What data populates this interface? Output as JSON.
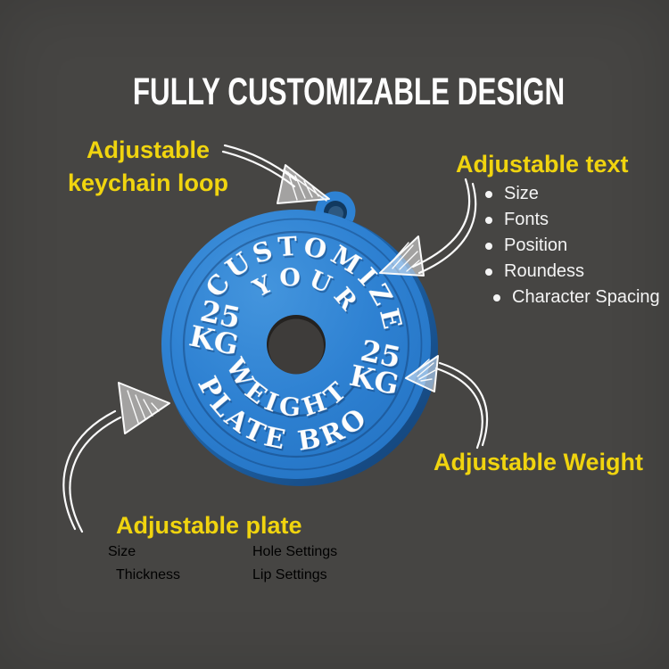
{
  "title": "FULLY CUSTOMIZABLE DESIGN",
  "colors": {
    "background": "#464543",
    "accent_yellow": "#f0d40f",
    "plate_blue": "#2e81d2",
    "plate_rim_blue": "#17497e",
    "text_white": "#ffffff"
  },
  "callouts": {
    "keychain": {
      "heading_line1": "Adjustable",
      "heading_line2": "keychain loop"
    },
    "text": {
      "heading": "Adjustable text",
      "items": [
        "Size",
        "Fonts",
        "Position",
        "Roundess",
        "Character Spacing"
      ]
    },
    "weight": {
      "heading": "Adjustable Weight"
    },
    "plate": {
      "heading": "Adjustable plate",
      "items_col1": [
        "Size",
        "Thickness"
      ],
      "items_col2": [
        "Hole Settings",
        "Lip Settings"
      ]
    }
  },
  "plate_graphic": {
    "arc_text_top1": "CUSTOMIZE",
    "arc_text_top2": "YOUR",
    "arc_text_bottom1": "WEIGHT",
    "arc_text_bottom2": "PLATE BRO",
    "weight_left": {
      "value": "25",
      "unit": "KG"
    },
    "weight_right": {
      "value": "25",
      "unit": "KG"
    }
  }
}
